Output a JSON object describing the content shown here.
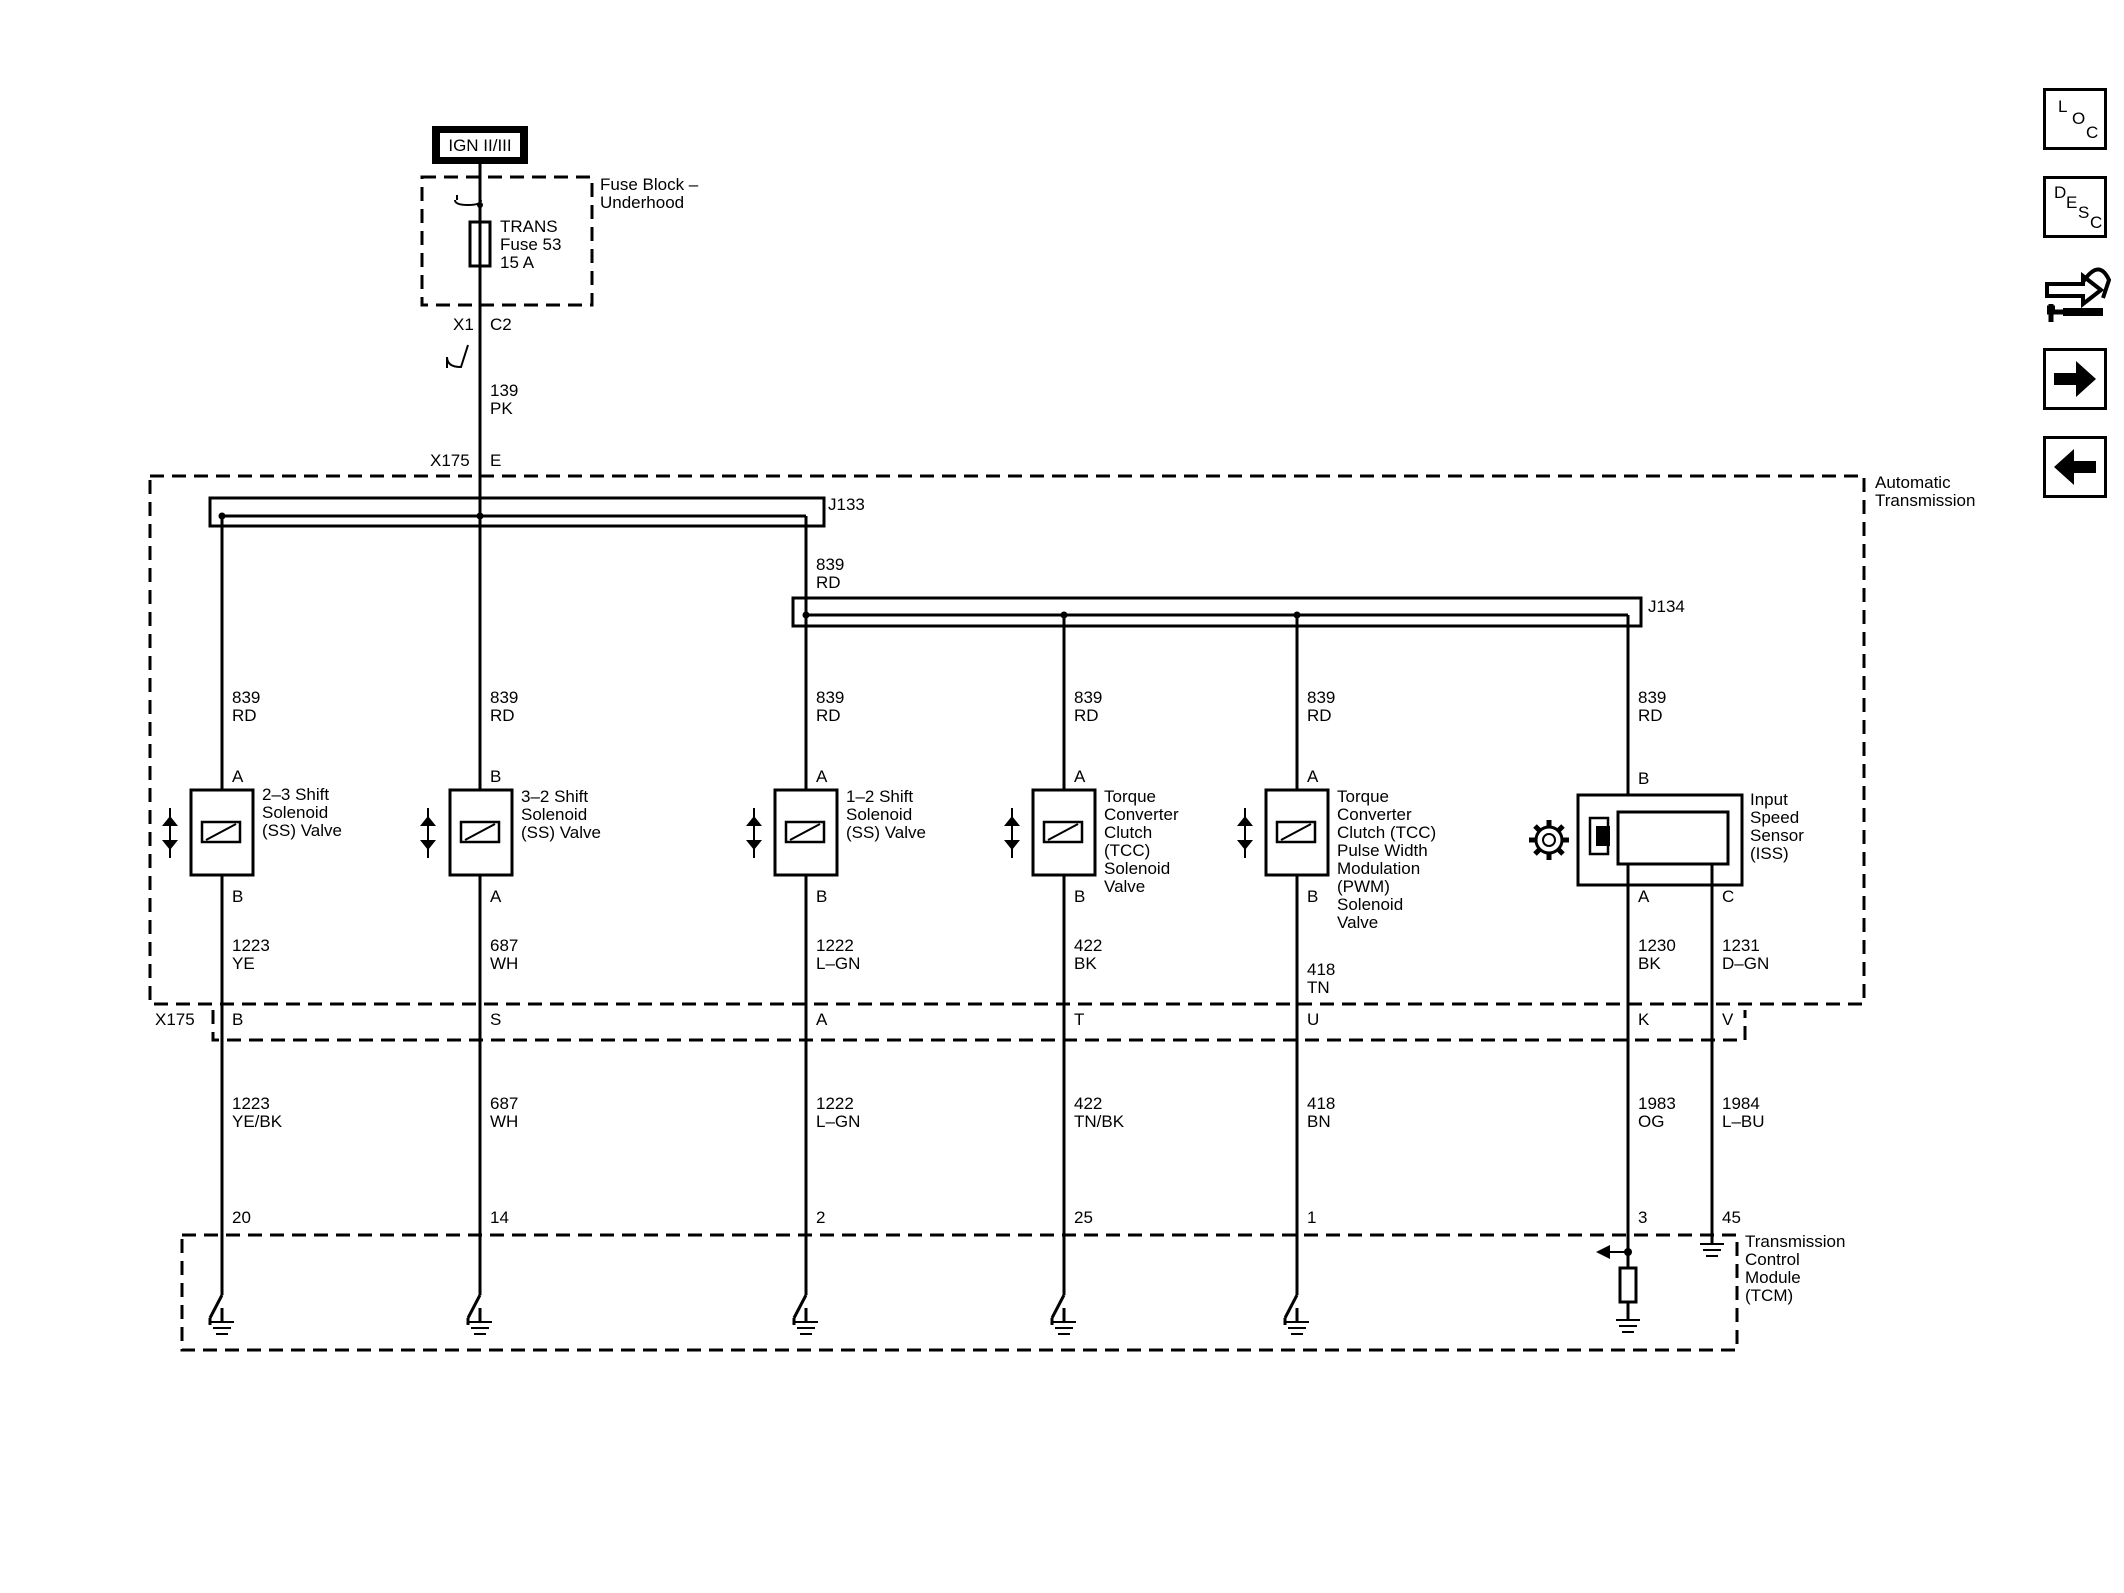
{
  "power": {
    "ign_label": "IGN II/III",
    "fuse_block": [
      "Fuse Block –",
      "Underhood"
    ],
    "fuse": [
      "TRANS",
      "Fuse 53",
      "15 A"
    ],
    "x1_label": "X1",
    "c2_label": "C2",
    "feed_wire": [
      "139",
      "PK"
    ],
    "x175_top": "X175",
    "x175_top_pin": "E"
  },
  "transmission": {
    "label": [
      "Automatic",
      "Transmission"
    ],
    "j133": "J133",
    "j134": "J134",
    "j133_to_j134_wire": [
      "839",
      "RD"
    ],
    "x175_label": "X175"
  },
  "components": [
    {
      "name": [
        "2–3 Shift",
        "Solenoid",
        "(SS) Valve"
      ],
      "pin_top": "A",
      "pin_bottom": "B",
      "wire_top": [
        "839",
        "RD"
      ],
      "wire_mid": [
        "1223",
        "YE"
      ],
      "x175_pin": "B",
      "wire_low": [
        "1223",
        "YE/BK"
      ],
      "tcm_pin": "20"
    },
    {
      "name": [
        "3–2 Shift",
        "Solenoid",
        "(SS) Valve"
      ],
      "pin_top": "B",
      "pin_bottom": "A",
      "wire_top": [
        "839",
        "RD"
      ],
      "wire_mid": [
        "687",
        "WH"
      ],
      "x175_pin": "S",
      "wire_low": [
        "687",
        "WH"
      ],
      "tcm_pin": "14"
    },
    {
      "name": [
        "1–2 Shift",
        "Solenoid",
        "(SS) Valve"
      ],
      "pin_top": "A",
      "pin_bottom": "B",
      "wire_top": [
        "839",
        "RD"
      ],
      "wire_mid": [
        "1222",
        "L–GN"
      ],
      "x175_pin": "A",
      "wire_low": [
        "1222",
        "L–GN"
      ],
      "tcm_pin": "2"
    },
    {
      "name": [
        "Torque",
        "Converter",
        "Clutch",
        "(TCC)",
        "Solenoid",
        "Valve"
      ],
      "pin_top": "A",
      "pin_bottom": "B",
      "wire_top": [
        "839",
        "RD"
      ],
      "wire_mid": [
        "422",
        "BK"
      ],
      "x175_pin": "T",
      "wire_low": [
        "422",
        "TN/BK"
      ],
      "tcm_pin": "25"
    },
    {
      "name": [
        "Torque",
        "Converter",
        "Clutch (TCC)",
        "Pulse Width",
        "Modulation",
        "(PWM)",
        "Solenoid",
        "Valve"
      ],
      "pin_top": "A",
      "pin_bottom": "B",
      "wire_top": [
        "839",
        "RD"
      ],
      "wire_mid": [
        "418",
        "TN"
      ],
      "x175_pin": "U",
      "wire_low": [
        "418",
        "BN"
      ],
      "tcm_pin": "1"
    }
  ],
  "iss": {
    "name": [
      "Input",
      "Speed",
      "Sensor",
      "(ISS)"
    ],
    "pin_top": "B",
    "wire_top": [
      "839",
      "RD"
    ],
    "pin_a": "A",
    "pin_c": "C",
    "wire_a_mid": [
      "1230",
      "BK"
    ],
    "wire_c_mid": [
      "1231",
      "D–GN"
    ],
    "x175_pin_k": "K",
    "x175_pin_v": "V",
    "wire_a_low": [
      "1983",
      "OG"
    ],
    "wire_c_low": [
      "1984",
      "L–BU"
    ],
    "tcm_pin_a": "3",
    "tcm_pin_c": "45"
  },
  "tcm": {
    "label": [
      "Transmission",
      "Control",
      "Module",
      "(TCM)"
    ]
  },
  "nav": {
    "loc": {
      "l": "L",
      "o": "O",
      "c": "C"
    },
    "desc": {
      "d": "D",
      "e": "E",
      "s": "S",
      "c": "C"
    },
    "icons": [
      "connector-tool-icon",
      "arrow-right-icon",
      "arrow-left-icon"
    ]
  }
}
